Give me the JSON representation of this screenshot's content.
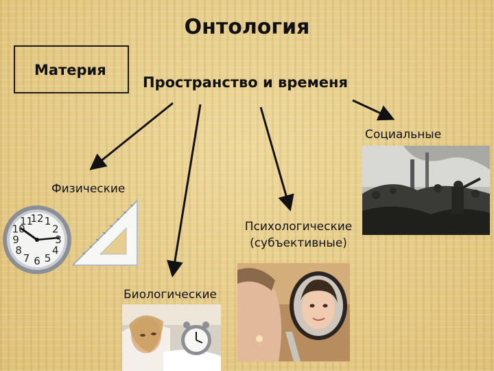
{
  "title": "Онтология",
  "nodes": {
    "matter": "Материя",
    "space_time": "Пространство и временя",
    "social": "Социальные",
    "physical": "Физические",
    "psychological_line1": "Психологические",
    "psychological_line2": "(субъективные)",
    "biological": "Биологические"
  },
  "clock_numbers": [
    "12",
    "1",
    "2",
    "3",
    "4",
    "5",
    "6",
    "7",
    "8",
    "9",
    "10",
    "11"
  ],
  "colors": {
    "background": "#e6cf8e",
    "text": "#111111",
    "arrow": "#111111"
  },
  "icons": [
    "wall-clock-icon",
    "set-square-ruler-icon",
    "crowd-painting-image",
    "sleeping-woman-alarm-clock-image",
    "mirror-girl-image"
  ]
}
